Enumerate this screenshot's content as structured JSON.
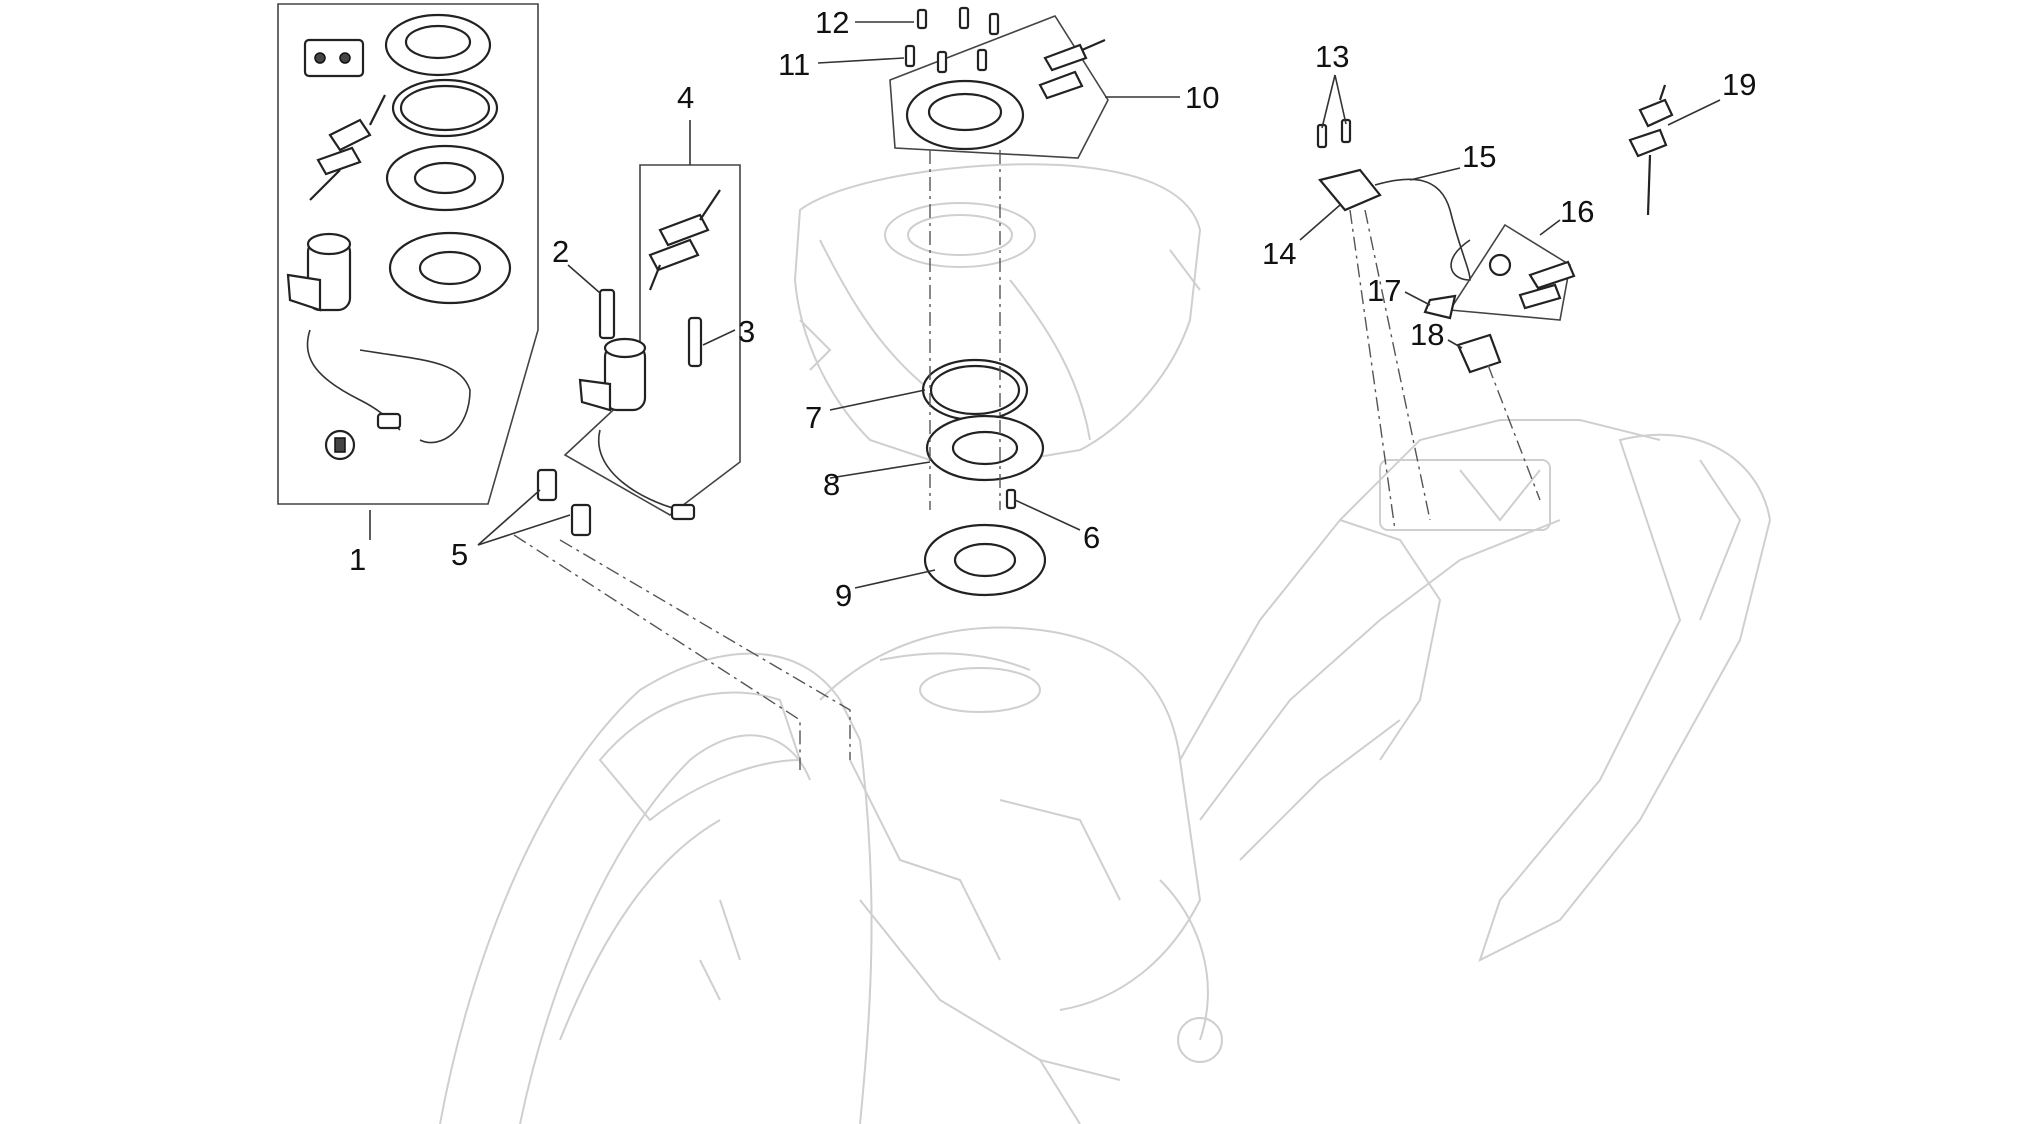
{
  "diagram": {
    "callouts": [
      {
        "id": "1",
        "label": "1"
      },
      {
        "id": "2",
        "label": "2"
      },
      {
        "id": "3",
        "label": "3"
      },
      {
        "id": "4",
        "label": "4"
      },
      {
        "id": "5",
        "label": "5"
      },
      {
        "id": "6",
        "label": "6"
      },
      {
        "id": "7",
        "label": "7"
      },
      {
        "id": "8",
        "label": "8"
      },
      {
        "id": "9",
        "label": "9"
      },
      {
        "id": "10",
        "label": "10"
      },
      {
        "id": "11",
        "label": "11"
      },
      {
        "id": "12",
        "label": "12"
      },
      {
        "id": "13",
        "label": "13"
      },
      {
        "id": "14",
        "label": "14"
      },
      {
        "id": "15",
        "label": "15"
      },
      {
        "id": "16",
        "label": "16"
      },
      {
        "id": "17",
        "label": "17"
      },
      {
        "id": "18",
        "label": "18"
      },
      {
        "id": "19",
        "label": "19"
      }
    ],
    "colors": {
      "part_line": "#222222",
      "ghost_line": "#cfcfcf",
      "label": "#111111",
      "background": "#ffffff"
    }
  }
}
